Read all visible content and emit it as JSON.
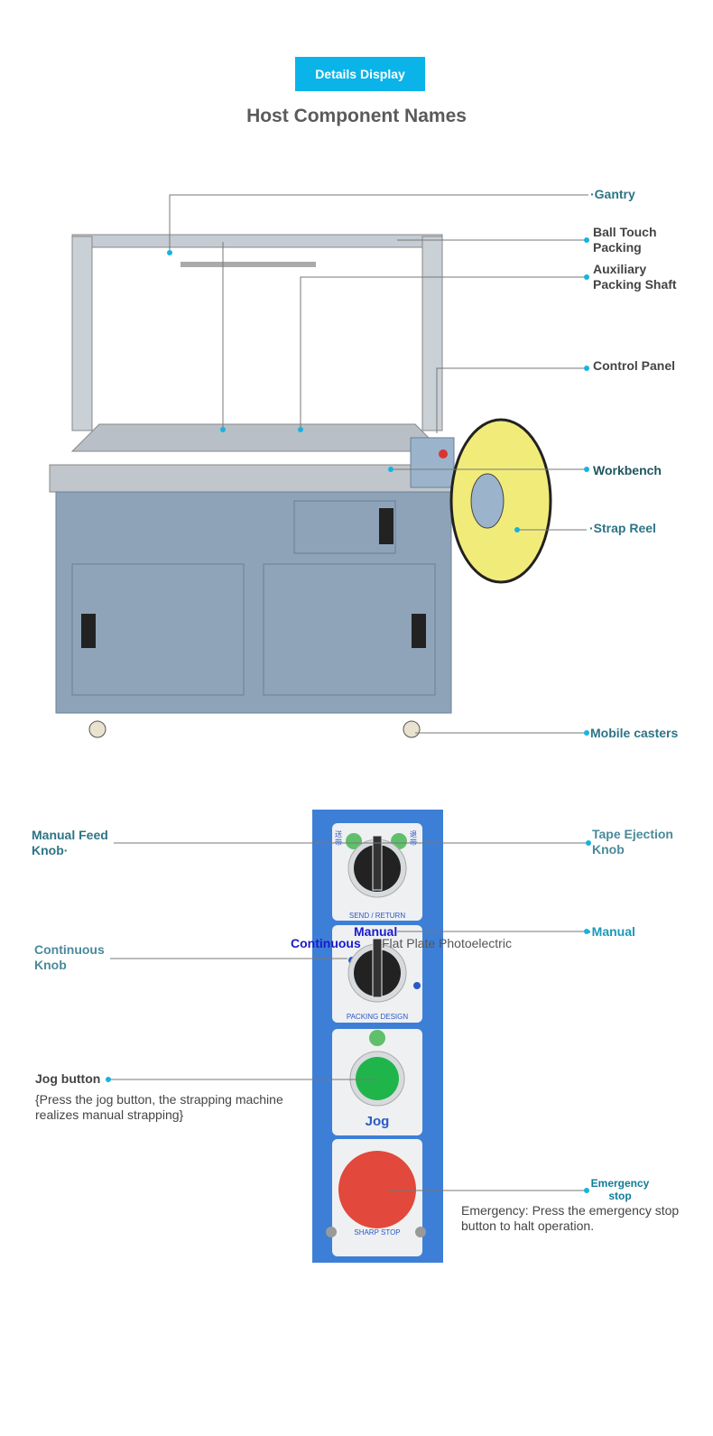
{
  "header": {
    "badge": "Details Display",
    "title": "Host Component Names"
  },
  "machine_labels": {
    "gantry": "·Gantry",
    "ball_touch": "Ball Touch Packing",
    "aux_shaft": "Auxiliary Packing Shaft",
    "control_panel": "Control Panel",
    "workbench": "Workbench",
    "strap_reel": "·Strap Reel",
    "casters": "Mobile casters"
  },
  "panel_labels": {
    "manual_feed": "Manual Feed Knob·",
    "tape_ejection": "Tape Ejection Knob",
    "manual": "·Manual",
    "continuous_knob": "Continuous Knob",
    "overlay_manual": "Manual",
    "overlay_continuous": "Continuous",
    "overlay_flat": "Flat Plate Photoelectric",
    "jog_button": "Jog button",
    "jog_desc": "{Press the jog button, the strapping machine realizes manual strapping}",
    "emergency_stop": "Emergency stop",
    "emergency_desc": "Emergency: Press the emergency stop button to halt operation."
  },
  "panel_text": {
    "send_return": "SEND / RETURN",
    "packing_design": "PACKING DESIGN",
    "jog": "Jog",
    "sharp_stop": "SHARP STOP",
    "cn_left": "送带",
    "cn_right": "退带"
  },
  "colors": {
    "accent": "#0ab4e8",
    "machine": "#8ea3b8",
    "panel": "#3d7fd6",
    "reel": "#f1ec7a"
  }
}
